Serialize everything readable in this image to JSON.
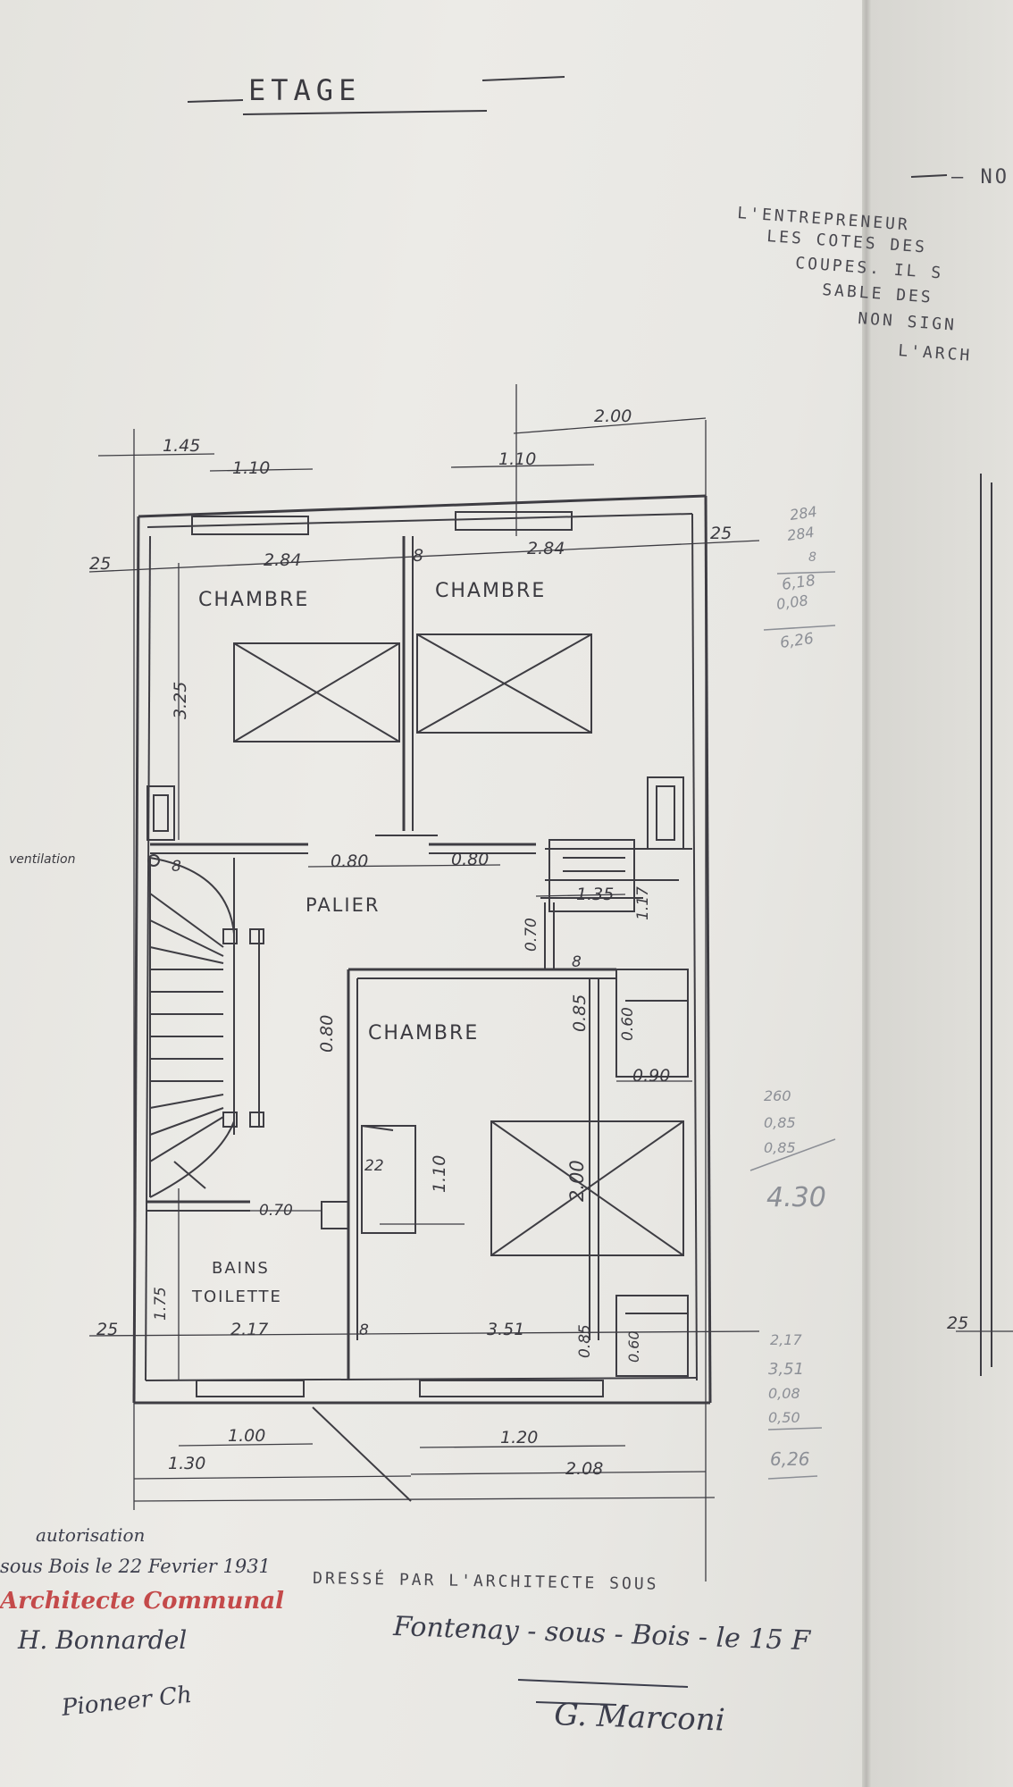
{
  "title": "ETAGE",
  "notes_header": "— NO",
  "notes_lines": [
    "L'ENTREPRENEUR",
    "LES COTES DES",
    "COUPES. IL S",
    "SABLE DES",
    "NON SIGN",
    "L'ARCH"
  ],
  "rooms": {
    "chambre_left": "CHAMBRE",
    "chambre_right": "CHAMBRE",
    "palier": "PALIER",
    "chambre_center": "CHAMBRE",
    "bains": "BAINS",
    "toilette": "TOILETTE"
  },
  "vent_label": "ventilation",
  "dimensions": {
    "d145": "1.45",
    "d110a": "1.10",
    "d110b": "1.10",
    "d200": "2.00",
    "d25_tl": "25",
    "d284a": "2.84",
    "d8_top": "8",
    "d284b": "2.84",
    "d25_tr": "25",
    "d325": "3.25",
    "d080a": "0.80",
    "d080b": "0.80",
    "d8_stair": "8",
    "d135": "1.35",
    "d117": "1.17",
    "d070v": "0.70",
    "d8_mid": "8",
    "d080v": "0.80",
    "d085a": "0.85",
    "d060a": "0.60",
    "d090": "0.90",
    "d22": "22",
    "d110c": "1.10",
    "d200c": "2.00",
    "d070h": "0.70",
    "d175": "1.75",
    "d25_bl": "25",
    "d217": "2.17",
    "d8_bot": "8",
    "d351": "3.51",
    "d085b": "0.85",
    "d060b": "0.60",
    "d100": "1.00",
    "d120": "1.20",
    "d130": "1.30",
    "d208": "2.08",
    "d25_br": "25"
  },
  "pencil_calcs": {
    "top": [
      "284",
      "284",
      "8",
      "6,18",
      "0,08",
      "6,26"
    ],
    "middle": [
      "260",
      "0,85",
      "0,85",
      "4.30"
    ],
    "bottom": [
      "2,17",
      "3,51",
      "0,08",
      "0,50",
      "6,26"
    ]
  },
  "footer": {
    "drawn_by": "DRESSÉ  PAR  L'ARCHITECTE  SOUS",
    "place_date": "Fontenay - sous - Bois - le 15 F",
    "architect_signature": "G. Marconi",
    "auth_line1": "autorisation",
    "auth_line2": "sous Bois le 22 Fevrier 1931",
    "communal": "Architecte Communal",
    "sig1": "H. Bonnardel",
    "sig2": "Pioneer Ch"
  }
}
